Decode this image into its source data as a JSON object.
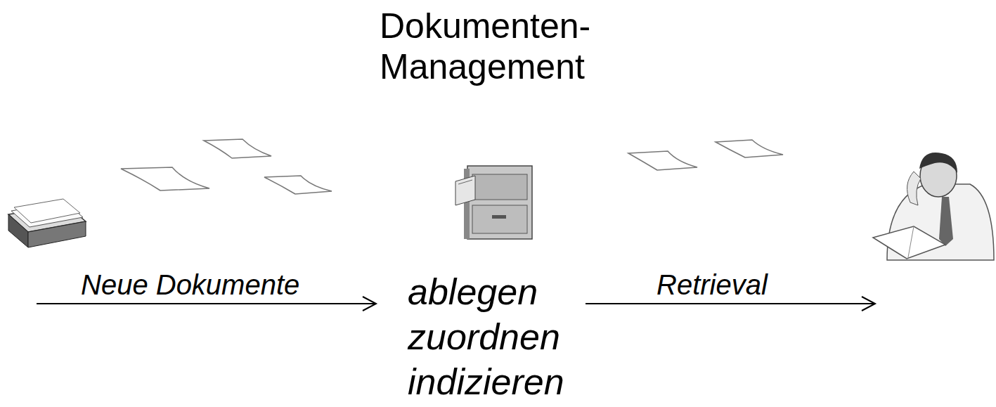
{
  "diagram": {
    "title": "Dokumenten-Management",
    "labels": [
      "Neue Dokumente",
      "ablegen zuordnen indizieren",
      "Retrieval"
    ]
  }
}
